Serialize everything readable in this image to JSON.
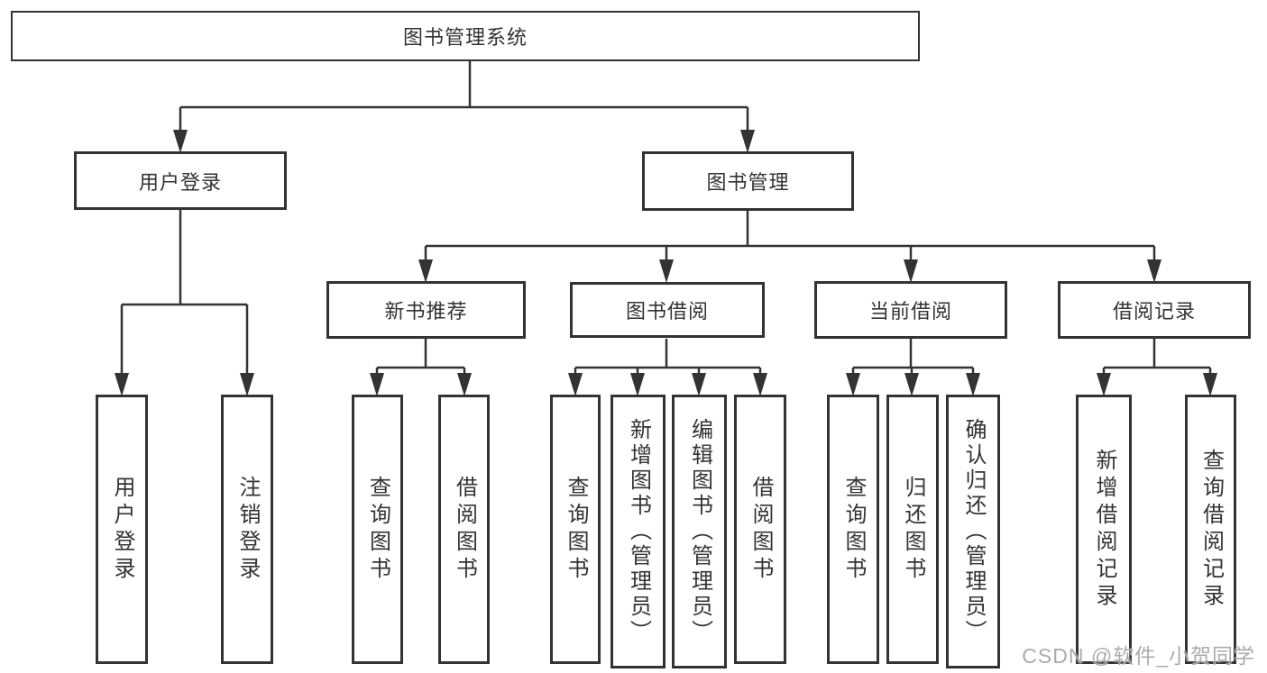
{
  "diagram": {
    "title": "图书管理系统",
    "type": "hierarchy-tree",
    "colors": {
      "background": "#ffffff",
      "line": "#333333",
      "box_fill": "#ffffff",
      "text": "#333333",
      "watermark": "#a3a3a3"
    },
    "nodes": {
      "root": {
        "label": "图书管理系统"
      },
      "user_login": {
        "label": "用户登录"
      },
      "book_mgmt": {
        "label": "图书管理"
      },
      "new_book_rec": {
        "label": "新书推荐"
      },
      "book_borrow": {
        "label": "图书借阅"
      },
      "current_borrow": {
        "label": "当前借阅"
      },
      "borrow_record": {
        "label": "借阅记录"
      },
      "leaf_user_login": {
        "label": "用户登录"
      },
      "leaf_logout": {
        "label": "注销登录"
      },
      "leaf_query_book_1": {
        "label": "查询图书"
      },
      "leaf_borrow_book_1": {
        "label": "借阅图书"
      },
      "leaf_query_book_2": {
        "label": "查询图书"
      },
      "leaf_add_book": {
        "label": "新增图书（管理员）"
      },
      "leaf_edit_book": {
        "label": "编辑图书（管理员）"
      },
      "leaf_borrow_book_2": {
        "label": "借阅图书"
      },
      "leaf_query_book_3": {
        "label": "查询图书"
      },
      "leaf_return_book": {
        "label": "归还图书"
      },
      "leaf_confirm_return": {
        "label": "确认归还（管理员）"
      },
      "leaf_add_borrow_record": {
        "label": "新增借阅记录"
      },
      "leaf_query_borrow_record": {
        "label": "查询借阅记录"
      }
    },
    "edges": [
      [
        "root",
        "user_login"
      ],
      [
        "root",
        "book_mgmt"
      ],
      [
        "user_login",
        "leaf_user_login"
      ],
      [
        "user_login",
        "leaf_logout"
      ],
      [
        "book_mgmt",
        "new_book_rec"
      ],
      [
        "book_mgmt",
        "book_borrow"
      ],
      [
        "book_mgmt",
        "current_borrow"
      ],
      [
        "book_mgmt",
        "borrow_record"
      ],
      [
        "new_book_rec",
        "leaf_query_book_1"
      ],
      [
        "new_book_rec",
        "leaf_borrow_book_1"
      ],
      [
        "book_borrow",
        "leaf_query_book_2"
      ],
      [
        "book_borrow",
        "leaf_add_book"
      ],
      [
        "book_borrow",
        "leaf_edit_book"
      ],
      [
        "book_borrow",
        "leaf_borrow_book_2"
      ],
      [
        "current_borrow",
        "leaf_query_book_3"
      ],
      [
        "current_borrow",
        "leaf_return_book"
      ],
      [
        "current_borrow",
        "leaf_confirm_return"
      ],
      [
        "borrow_record",
        "leaf_add_borrow_record"
      ],
      [
        "borrow_record",
        "leaf_query_borrow_record"
      ]
    ],
    "watermark": "CSDN @软件_小贺同学"
  }
}
